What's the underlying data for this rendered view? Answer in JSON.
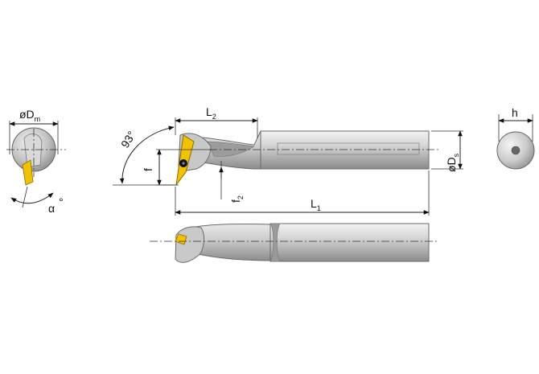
{
  "labels": {
    "dm_main": "øD",
    "dm_sub": "m",
    "alpha": "α",
    "alpha_deg": "°",
    "angle": "93°",
    "f": "f",
    "f2_main": "f",
    "f2_sub": "2",
    "l2_main": "L",
    "l2_sub": "2",
    "l1_main": "L",
    "l1_sub": "1",
    "ds_main": "øD",
    "ds_sub": "s",
    "h": "h"
  },
  "colors": {
    "steel_light": "#e2e2e2",
    "steel_mid": "#b4b4b4",
    "steel_dark": "#7d7d7d",
    "insert_yellow": "#f2c200",
    "outline": "#555555"
  }
}
